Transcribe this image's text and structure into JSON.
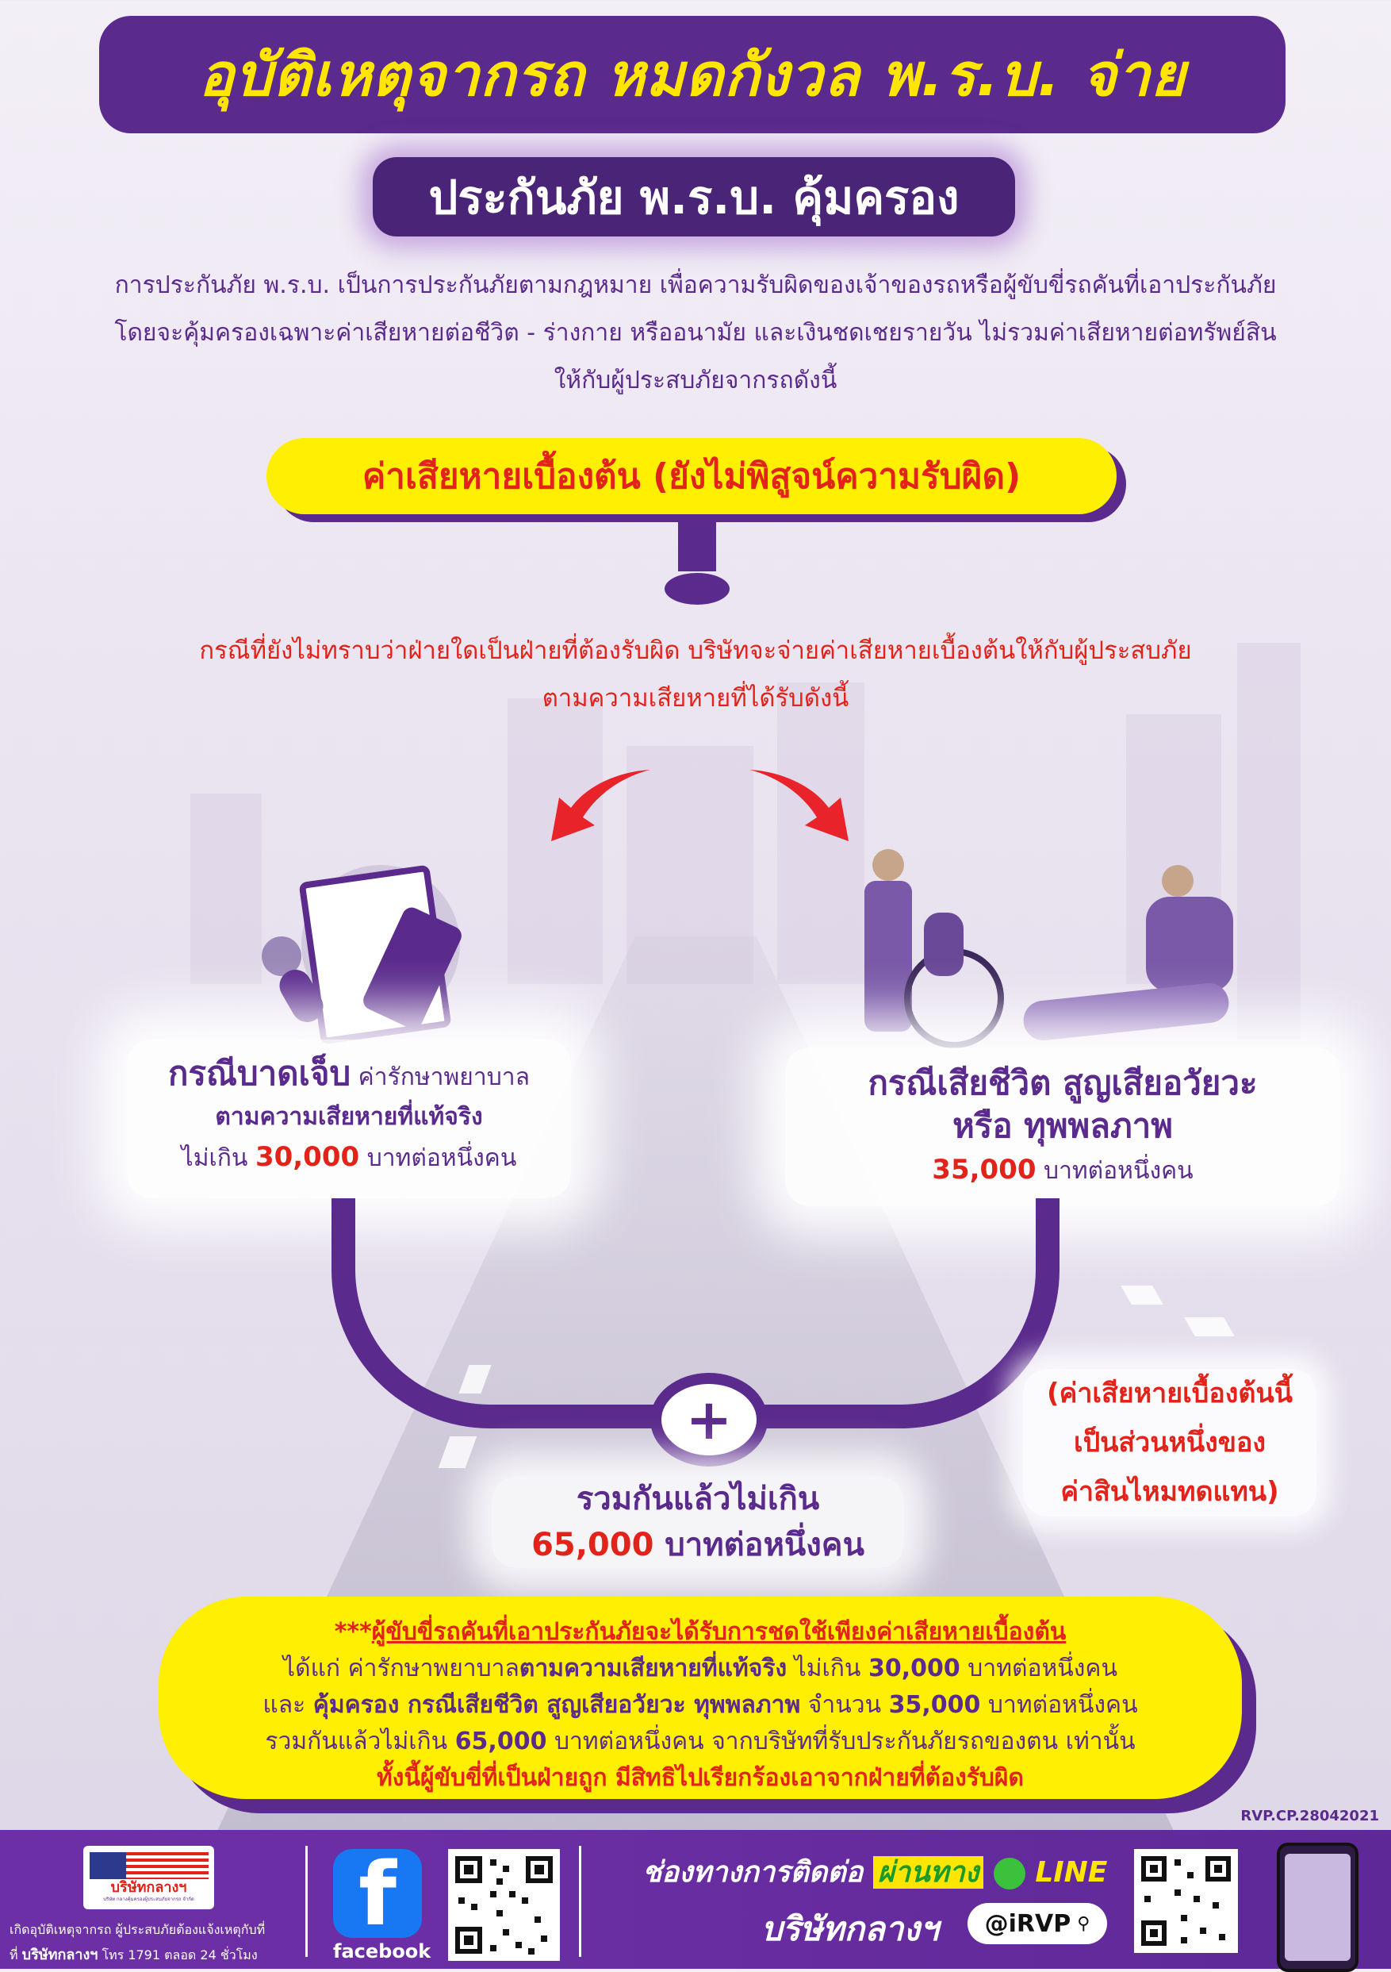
{
  "header": {
    "title": "อุบัติเหตุจากรถ หมดกังวล พ.ร.บ. จ่าย",
    "subtitle": "ประกันภัย พ.ร.บ. คุ้มครอง"
  },
  "intro": {
    "line1": "การประกันภัย พ.ร.บ. เป็นการประกันภัยตามกฎหมาย เพื่อความรับผิดของเจ้าของรถหรือผู้ขับขี่รถคันที่เอาประกันภัย",
    "line2": "โดยจะคุ้มครองเฉพาะค่าเสียหายต่อชีวิต - ร่างกาย หรืออนามัย และเงินชดเชยรายวัน ไม่รวมค่าเสียหายต่อทรัพย์สิน",
    "line3": "ให้กับผู้ประสบภัยจากรถดังนี้"
  },
  "preliminary": {
    "label": "ค่าเสียหายเบื้องต้น (ยังไม่พิสูจน์ความรับผิด)",
    "note_line1": "กรณีที่ยังไม่ทราบว่าฝ่ายใดเป็นฝ่ายที่ต้องรับผิด บริษัทจะจ่ายค่าเสียหายเบื้องต้นให้กับผู้ประสบภัย",
    "note_line2": "ตามความเสียหายที่ได้รับดังนี้"
  },
  "injury_case": {
    "heading": "กรณีบาดเจ็บ",
    "heading_suffix": " ค่ารักษาพยาบาล",
    "line2": "ตามความเสียหายที่แท้จริง",
    "line3_prefix": "ไม่เกิน ",
    "amount": "30,000",
    "line3_suffix": " บาทต่อหนึ่งคน"
  },
  "death_case": {
    "heading_line1": "กรณีเสียชีวิต สูญเสียอวัยวะ",
    "heading_line2": "หรือ ทุพพลภาพ",
    "amount": "35,000",
    "amount_suffix": " บาทต่อหนึ่งคน"
  },
  "total": {
    "line1": "รวมกันแล้วไม่เกิน",
    "amount": "65,000",
    "amount_suffix": " บาทต่อหนึ่งคน",
    "plus_symbol": "+"
  },
  "side_note": {
    "line1": "(ค่าเสียหายเบื้องต้นนี้",
    "line2": "เป็นส่วนหนึ่งของ",
    "line3": "ค่าสินไหมทดแทน)"
  },
  "summary": {
    "line1_prefix": "***",
    "line1": "ผู้ขับขี่รถคันที่เอาประกันภัยจะได้รับการชดใช้เพียงค่าเสียหายเบื้องต้น",
    "line2_a": "ได้แก่ ค่ารักษาพยาบาล",
    "line2_b": "ตามความเสียหายที่แท้จริง",
    "line2_c": " ไม่เกิน ",
    "line2_amount": "30,000",
    "line2_d": " บาทต่อหนึ่งคน",
    "line3_a": "และ ",
    "line3_b": "คุ้มครอง กรณีเสียชีวิต สูญเสียอวัยวะ ทุพพลภาพ",
    "line3_c": " จำนวน ",
    "line3_amount": "35,000",
    "line3_d": " บาทต่อหนึ่งคน",
    "line4_a": "รวมกันแล้วไม่เกิน ",
    "line4_amount": "65,000",
    "line4_b": " บาทต่อหนึ่งคน จากบริษัทที่รับประกันภัยรถของตน เท่านั้น",
    "line5": "ทั้งนี้ผู้ขับขี่ที่เป็นฝ่ายถูก มีสิทธิไปเรียกร้องเอาจากฝ่ายที่ต้องรับผิด"
  },
  "doc_code": "RVP.CP.28042021",
  "footer": {
    "logo_text": "บริษัทกลางฯ",
    "logo_caption": "บริษัท กลางคุ้มครองผู้ประสบภัยจากรถ จำกัด",
    "note_line1": "เกิดอุบัติเหตุจากรถ ผู้ประสบภัยต้องแจ้งเหตุกับที่",
    "note_line2_a": "ที่ ",
    "note_line2_b": "บริษัทกลางฯ",
    "note_line2_c": " โทร 1791 ตลอด 24 ชั่วโมง",
    "facebook_label": "facebook",
    "contact_a": "ช่องทางการติดต่อ ",
    "contact_b": "ผ่านทาง",
    "contact_line": "LINE",
    "company": "บริษัทกลางฯ",
    "line_id": "@iRVP"
  },
  "colors": {
    "purple": "#5a2a8c",
    "yellow": "#ffef00",
    "red": "#e2231a",
    "footer": "#6d2fa6"
  },
  "icons": [
    "arrow-left-icon",
    "arrow-right-icon",
    "plus-icon",
    "facebook-icon",
    "line-icon",
    "search-icon",
    "qr-code-icon"
  ]
}
